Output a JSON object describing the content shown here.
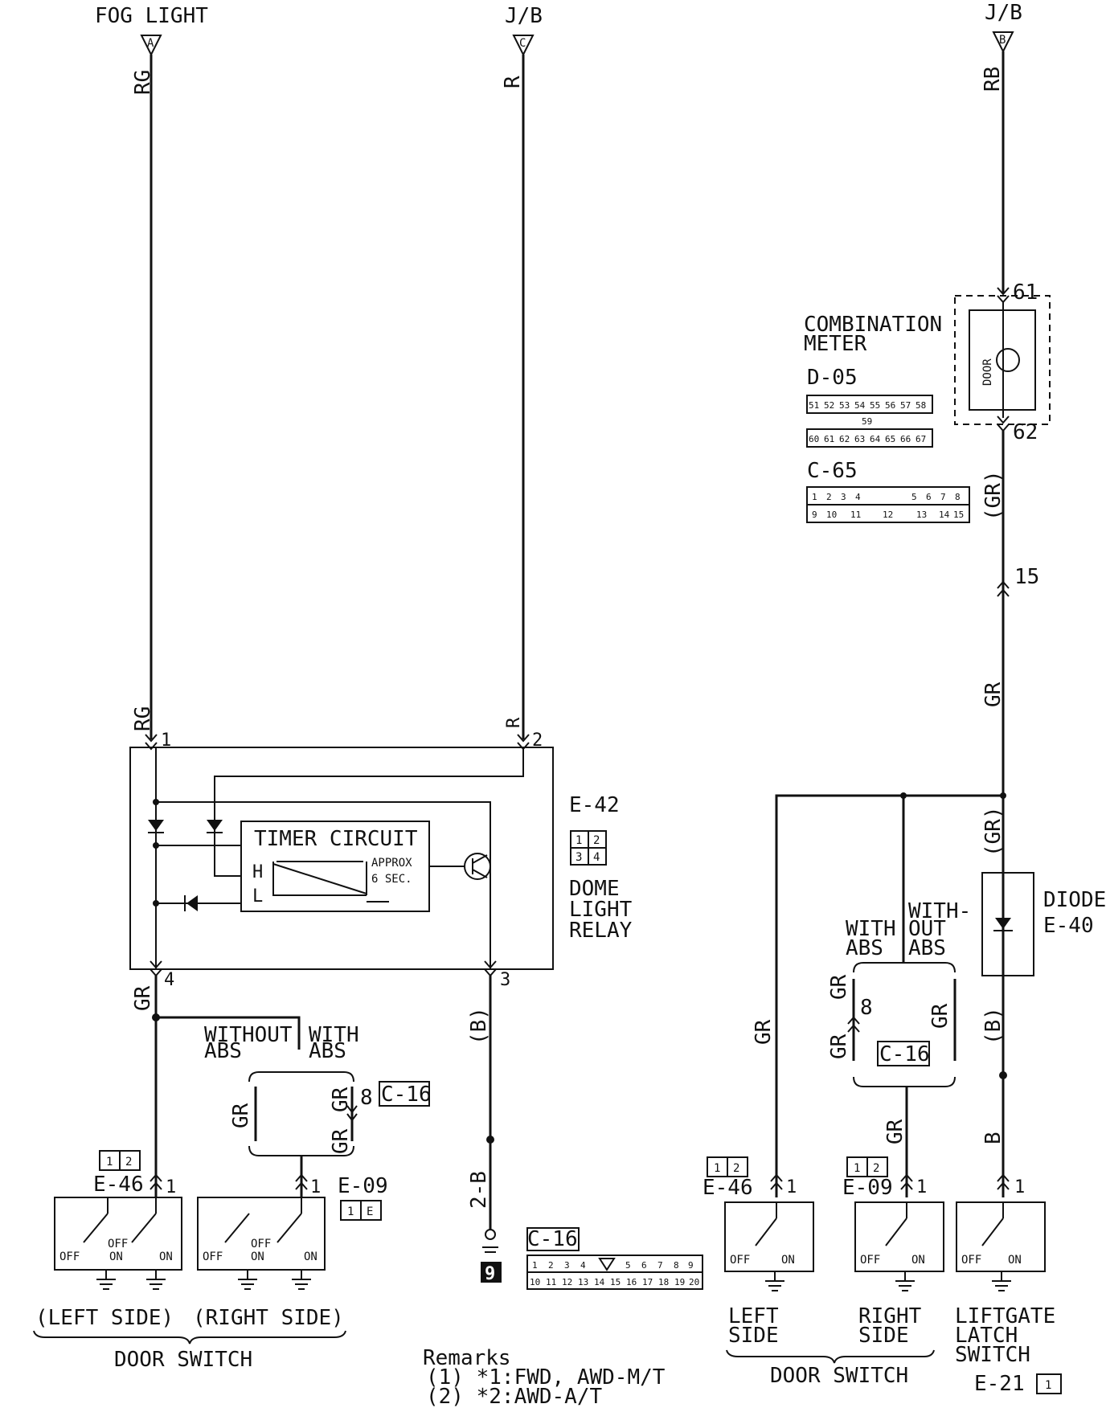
{
  "top_sources": {
    "fog_light": {
      "title": "FOG LIGHT",
      "letter": "A",
      "wire": "RG"
    },
    "jb_c": {
      "title": "J/B",
      "letter": "C",
      "wire": "R"
    },
    "jb_b": {
      "title": "J/B",
      "letter": "B",
      "wire": "RB"
    }
  },
  "relay": {
    "pin1": "1",
    "pin1_wire": "RG",
    "pin2": "2",
    "pin2_wire": "R",
    "pin3": "3",
    "pin4": "4",
    "timer_label": "TIMER CIRCUIT",
    "timer_h": "H",
    "timer_l": "L",
    "approx": "APPROX",
    "approx_time": "6 SEC.",
    "code": "E-42",
    "connector_pins": [
      "1",
      "2",
      "3",
      "4"
    ],
    "name_lines": [
      "DOME",
      "LIGHT",
      "RELAY"
    ]
  },
  "left_branch": {
    "wire_gr": "GR",
    "without_abs_lines": [
      "WITHOUT",
      "ABS"
    ],
    "with_abs_lines": [
      "WITH",
      "ABS"
    ],
    "pin8": "8",
    "c16": "C-16",
    "e46": "E-46",
    "e46_pin": "1",
    "e09": "E-09",
    "e09_pin": "1",
    "conn_12": [
      "1",
      "2"
    ],
    "conn_1e": [
      "1",
      "E"
    ],
    "off": "OFF",
    "on": "ON",
    "left_side": "(LEFT SIDE)",
    "right_side": "(RIGHT SIDE)",
    "door_switch": "DOOR SWITCH"
  },
  "ground": {
    "wire_b": "(B)",
    "wire_2b": "2-B",
    "ground_no": "9",
    "c16": "C-16",
    "c16_pins_top": [
      "1",
      "2",
      "3",
      "4",
      "",
      "5",
      "6",
      "7",
      "8",
      "9"
    ],
    "c16_pins_bottom": [
      "10",
      "11",
      "12",
      "13",
      "14",
      "15",
      "16",
      "17",
      "18",
      "19",
      "20"
    ]
  },
  "meter": {
    "title_lines": [
      "COMBINATION",
      "METER"
    ],
    "door": "DOOR",
    "pin61": "61",
    "pin62": "62",
    "d05": "D-05",
    "d05_top": [
      "51",
      "52",
      "53",
      "54",
      "55",
      "56",
      "57",
      "58"
    ],
    "d05_mid": "59",
    "d05_bottom": [
      "60",
      "61",
      "62",
      "63",
      "64",
      "65",
      "66",
      "67"
    ],
    "c65": "C-65",
    "c65_top": [
      "1",
      "2",
      "3",
      "4",
      "5",
      "6",
      "7",
      "8"
    ],
    "c65_bottom": [
      "9",
      "10",
      "11",
      "12",
      "13",
      "14",
      "15"
    ]
  },
  "right_branch": {
    "wire_gr_paren": "(GR)",
    "pin15": "15",
    "wire_gr": "GR",
    "diode_lines": [
      "DIODE",
      "E-40"
    ],
    "wire_b_paren": "(B)",
    "wire_b": "B",
    "with_abs_lines": [
      "WITH",
      "ABS"
    ],
    "without_abs_lines": [
      "WITH-",
      "OUT",
      "ABS"
    ],
    "pin8": "8",
    "c16": "C-16",
    "e46": "E-46",
    "e09": "E-09",
    "pin1": "1",
    "e21": "E-21",
    "e21_conn": "1",
    "off": "OFF",
    "on": "ON",
    "left_side_lines": [
      "LEFT",
      "SIDE"
    ],
    "right_side_lines": [
      "RIGHT",
      "SIDE"
    ],
    "liftgate_lines": [
      "LIFTGATE",
      "LATCH",
      "SWITCH"
    ],
    "door_switch": "DOOR SWITCH"
  },
  "remarks": {
    "title": "Remarks",
    "line1": "(1) *1:FWD, AWD-M/T",
    "line2": "(2) *2:AWD-A/T"
  }
}
